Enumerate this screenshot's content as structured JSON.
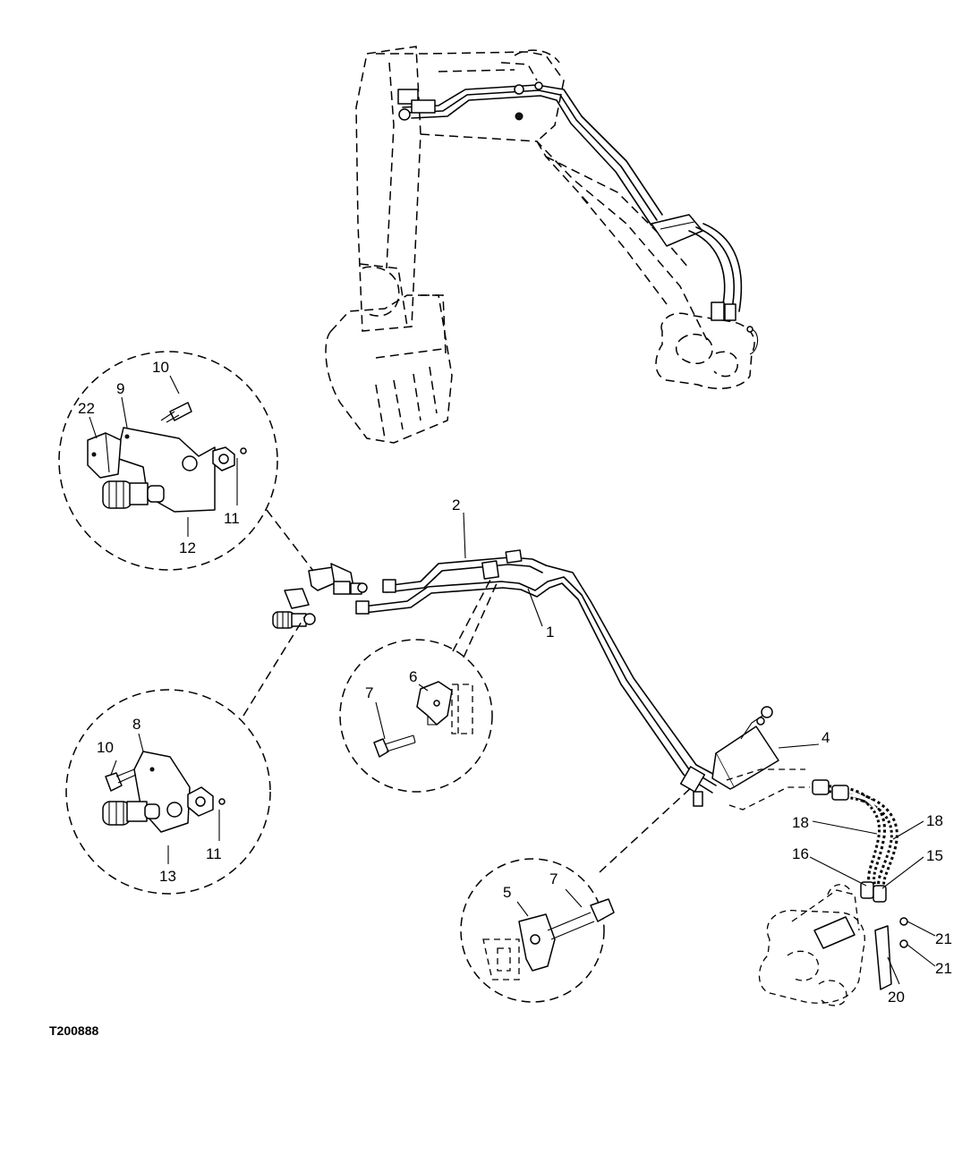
{
  "figure_id": "T200888",
  "callouts": {
    "c1": "1",
    "c2": "2",
    "c4": "4",
    "c5": "5",
    "c6": "6",
    "c7a": "7",
    "c7b": "7",
    "c8": "8",
    "c9": "9",
    "c10a": "10",
    "c10b": "10",
    "c11a": "11",
    "c11b": "11",
    "c12": "12",
    "c13": "13",
    "c15": "15",
    "c16": "16",
    "c18a": "18",
    "c18b": "18",
    "c20": "20",
    "c21a": "21",
    "c21b": "21",
    "c22": "22"
  }
}
